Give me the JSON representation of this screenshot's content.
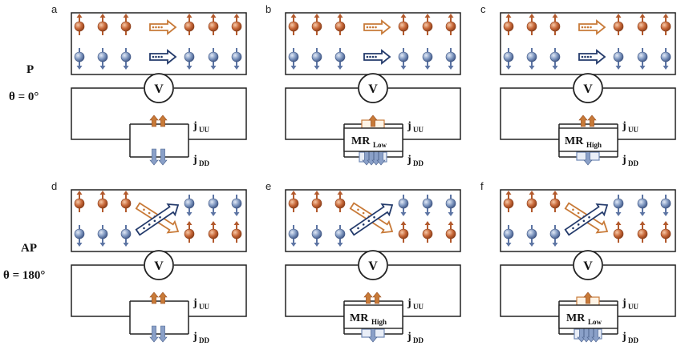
{
  "rows": [
    {
      "state_label": "P",
      "angle_label": "θ = 0°"
    },
    {
      "state_label": "AP",
      "angle_label": "θ = 180°"
    }
  ],
  "voltmeter_label": "V",
  "current_labels": {
    "up_main": "j",
    "up_sub": "UU",
    "down_main": "j",
    "down_sub": "DD"
  },
  "mr_labels": {
    "main": "MR",
    "low": "Low",
    "high": "High"
  },
  "panels": [
    {
      "letter": "a",
      "mr": "",
      "arrows": "parallel",
      "variant": "none"
    },
    {
      "letter": "b",
      "mr": "Low",
      "arrows": "parallel",
      "variant": "low"
    },
    {
      "letter": "c",
      "mr": "High",
      "arrows": "parallel",
      "variant": "high"
    },
    {
      "letter": "d",
      "mr": "",
      "arrows": "cross",
      "variant": "none"
    },
    {
      "letter": "e",
      "mr": "High",
      "arrows": "cross",
      "variant": "high"
    },
    {
      "letter": "f",
      "mr": "Low",
      "arrows": "cross",
      "variant": "low"
    }
  ],
  "colors": {
    "spin_up": "#c8693a",
    "spin_down": "#6f88b5",
    "arrow_up": "#c87a38",
    "arrow_down": "#233a6b",
    "wire": "#222222"
  }
}
